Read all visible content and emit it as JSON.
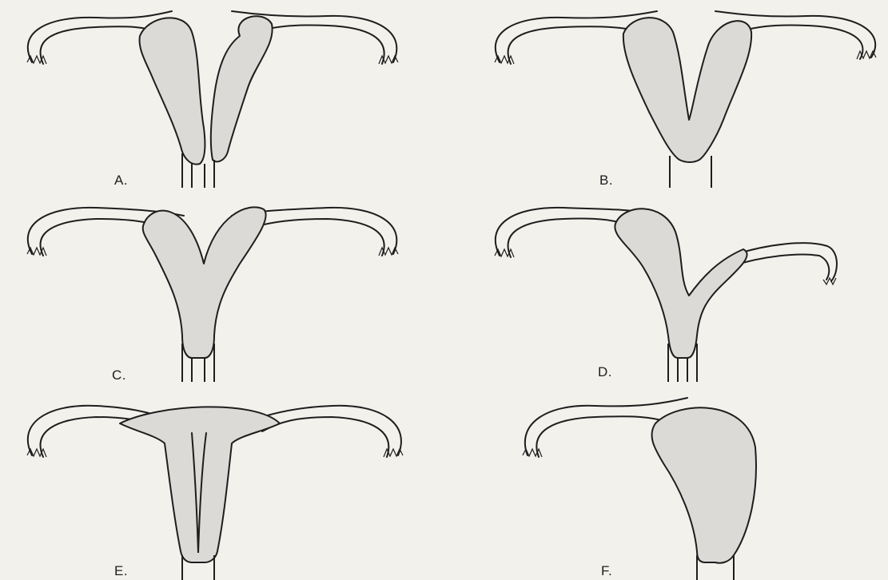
{
  "figure": {
    "panels": [
      {
        "id": "A",
        "label": "A."
      },
      {
        "id": "B",
        "label": "B."
      },
      {
        "id": "C",
        "label": "C."
      },
      {
        "id": "D",
        "label": "D."
      },
      {
        "id": "E",
        "label": "E."
      },
      {
        "id": "F",
        "label": "F."
      }
    ],
    "colors": {
      "background": "#f3f1ec",
      "tissue_fill": "#dcdad6",
      "outline": "#1e1e1e"
    }
  }
}
